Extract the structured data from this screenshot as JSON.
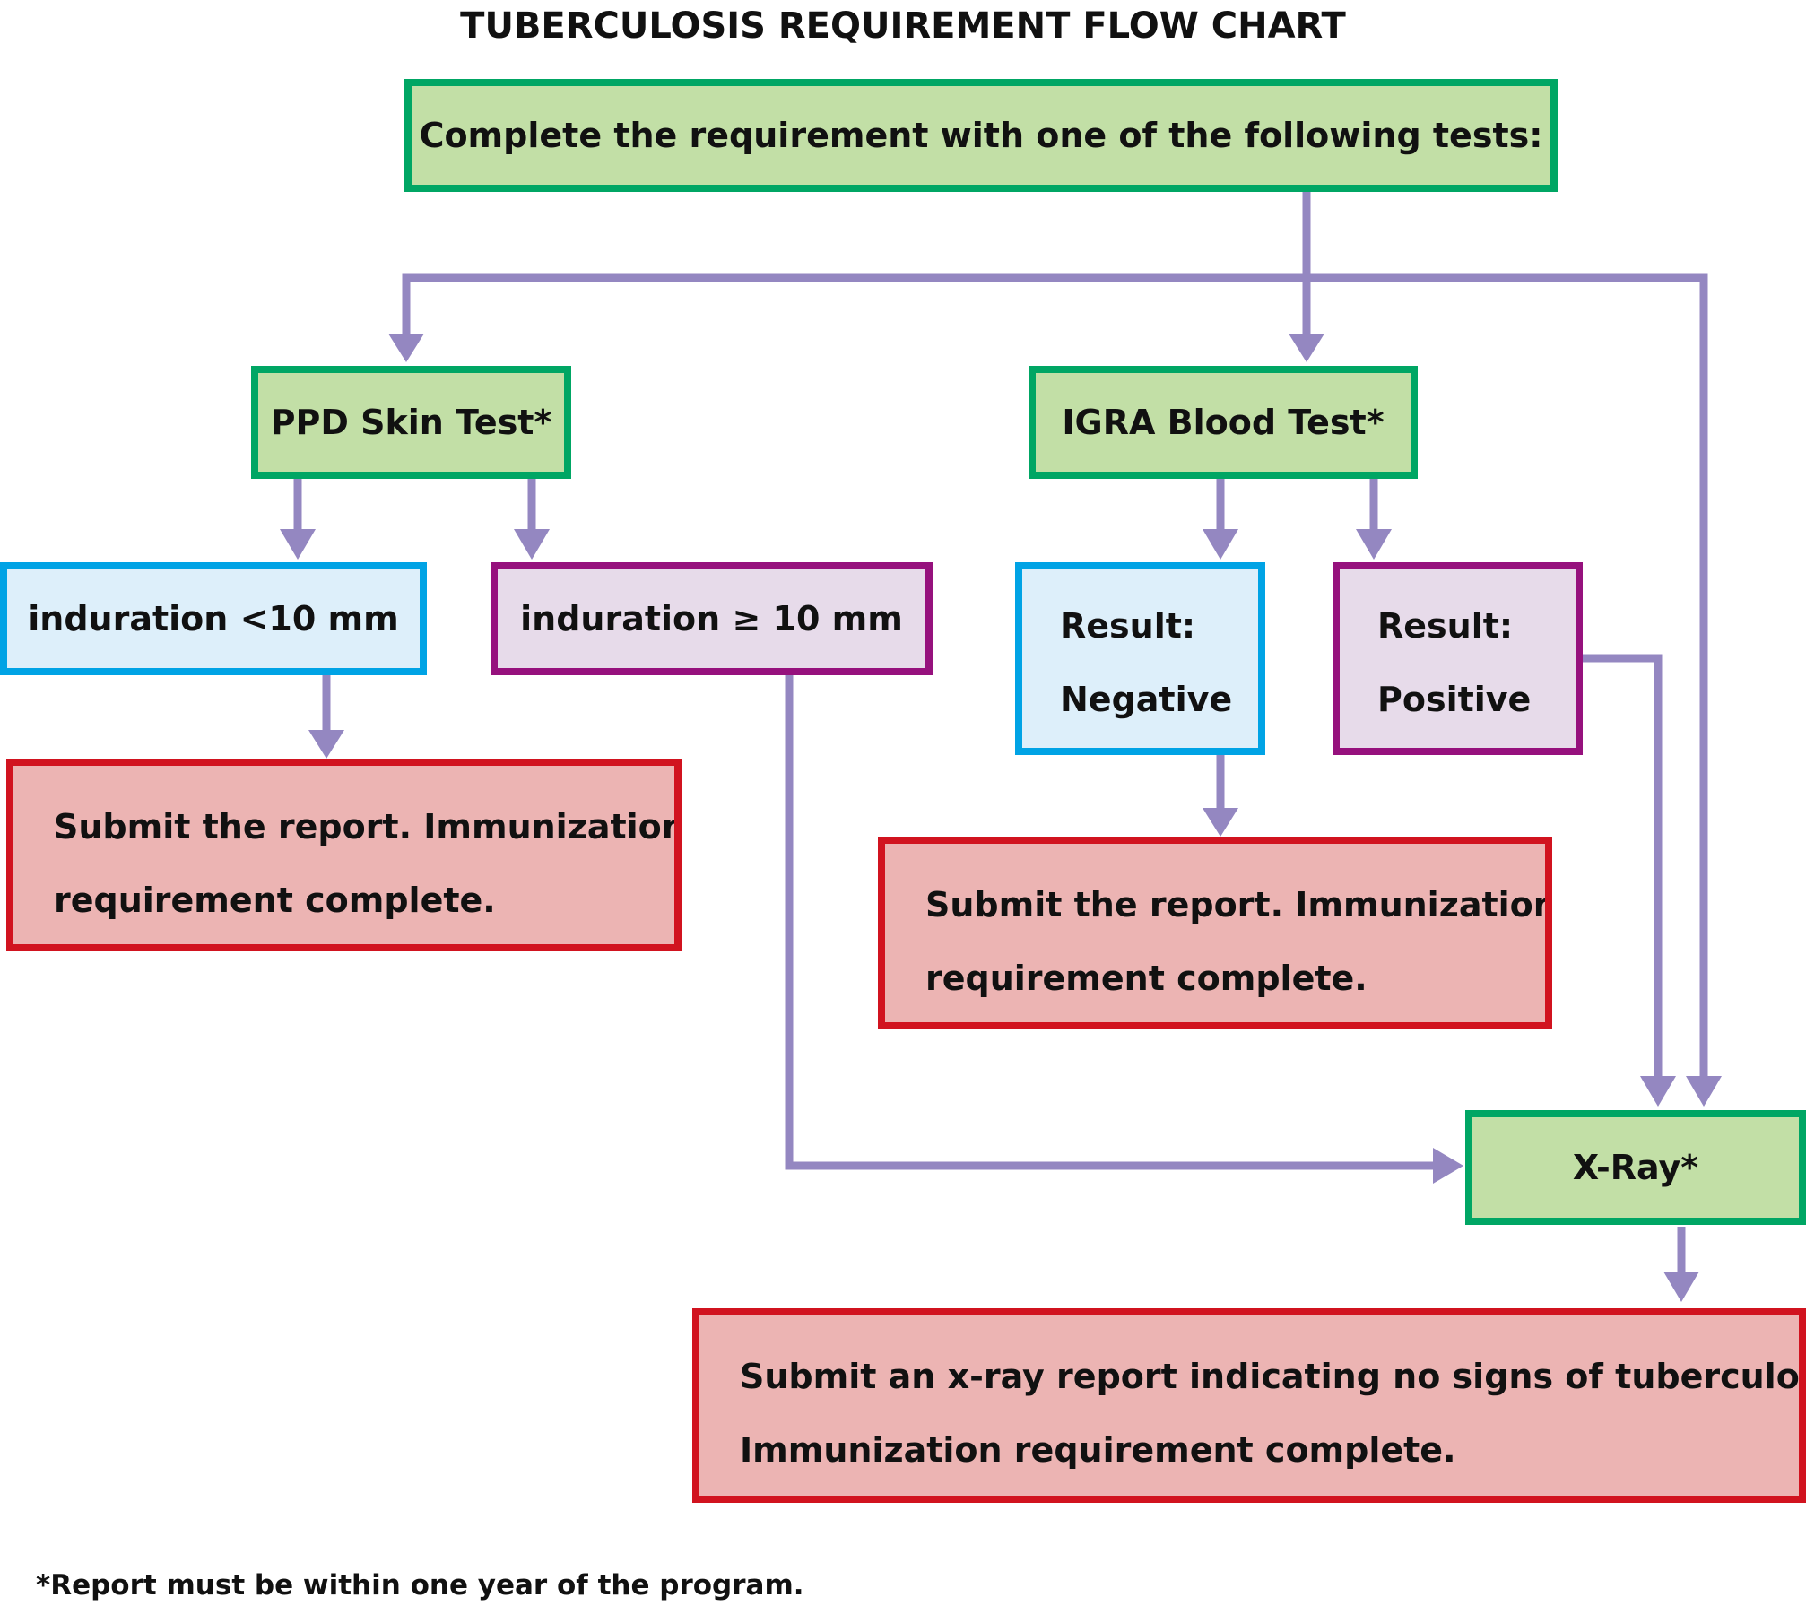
{
  "title": "TUBERCULOSIS REQUIREMENT FLOW CHART",
  "colors": {
    "arrow": "#9487c1",
    "green_border": "#00a664",
    "green_fill": "#c2dfa6",
    "blue_border": "#00a3e5",
    "blue_fill": "#ddeffa",
    "purple_border": "#96117d",
    "purple_fill": "#e7dbea",
    "red_border": "#d1131f",
    "red_fill": "#ecb4b3"
  },
  "nodes": {
    "start": {
      "text": "Complete the requirement with one of the following tests:"
    },
    "ppd": {
      "text": "PPD Skin Test*"
    },
    "igra": {
      "text": "IGRA Blood Test*"
    },
    "ind_low": {
      "text": "induration <10 mm"
    },
    "ind_high": {
      "text": "induration ≥ 10 mm"
    },
    "igra_neg": {
      "line1": "Result:",
      "line2": "Negative"
    },
    "igra_pos": {
      "line1": "Result:",
      "line2": "Positive"
    },
    "submit_ppd": {
      "line1": "Submit the report.  Immunization",
      "line2": "requirement complete."
    },
    "submit_igra": {
      "line1": "Submit the report.  Immunization",
      "line2": "requirement complete."
    },
    "xray": {
      "text": "X-Ray*"
    },
    "submit_xray": {
      "line1": "Submit an x-ray report indicating no signs of tuberculosis.",
      "line2": "Immunization requirement complete."
    }
  },
  "footnote": "*Report must be within one year of the program."
}
